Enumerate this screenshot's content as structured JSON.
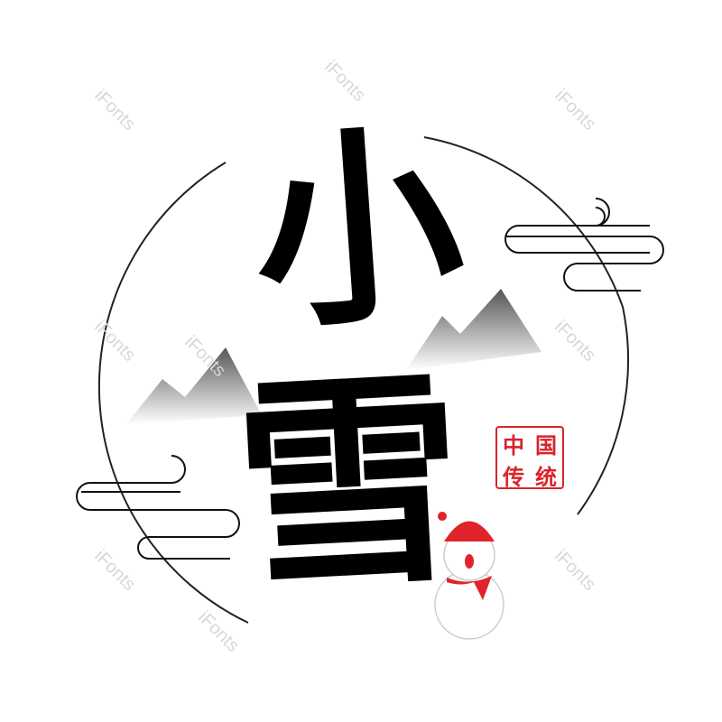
{
  "title": {
    "char1": "小",
    "char2": "雪"
  },
  "seal": {
    "chars": [
      "中",
      "国",
      "传",
      "统"
    ],
    "color": "#d9232a"
  },
  "watermark": "iFonts",
  "colors": {
    "ink": "#000000",
    "accent": "#d9232a"
  }
}
